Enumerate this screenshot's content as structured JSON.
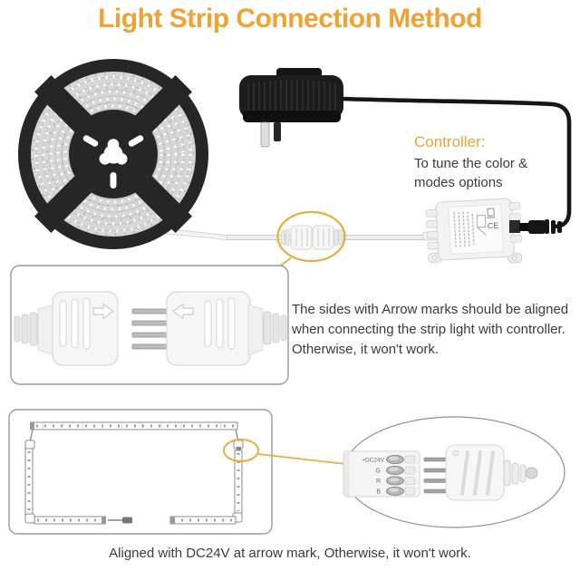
{
  "title": "Light Strip Connection Method",
  "controller_callout": {
    "heading": "Controller:",
    "description_line1": "To tune the color &",
    "description_line2": "modes options"
  },
  "controller": {
    "certification_mark": "CE"
  },
  "connector_note": {
    "line1": "The sides with Arrow marks should be aligned",
    "line2": "when connecting the strip light with controller.",
    "line3": "Otherwise, it won't work."
  },
  "magnifier": {
    "pin_labels": [
      "+DC24V",
      "G",
      "R",
      "B"
    ]
  },
  "bottom_caption": "Aligned with DC24V at arrow mark, Otherwise, it won't work.",
  "colors": {
    "title_orange": "#F0A232",
    "callout_orange": "#E8AD3F",
    "body_text": "#3B3B3B",
    "box_border": "#9B9B9B",
    "device_black": "#1C1C1C",
    "device_white": "#F5F5F5"
  }
}
